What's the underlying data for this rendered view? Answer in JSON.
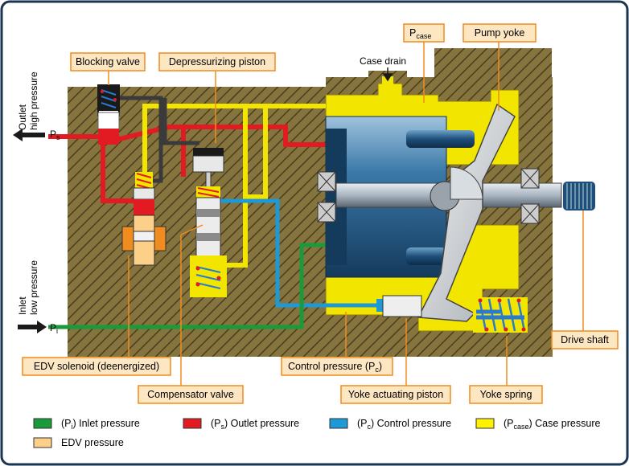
{
  "callouts": {
    "blocking_valve": "Blocking valve",
    "depressurizing_piston": "Depressurizing piston",
    "p_case_main": "P",
    "p_case_sub": "case",
    "pump_yoke": "Pump yoke",
    "case_drain": "Case drain",
    "edv_solenoid": "EDV solenoid (deenergized)",
    "compensator_valve": "Compensator valve",
    "control_pressure_main": "Control pressure (P",
    "control_pressure_sub": "c",
    "control_pressure_end": ")",
    "yoke_actuating_piston": "Yoke actuating piston",
    "yoke_spring": "Yoke spring",
    "drive_shaft": "Drive shaft"
  },
  "side_labels": {
    "outlet_line1": "Outlet",
    "outlet_line2": "high pressure",
    "ps_main": "P",
    "ps_sub": "s",
    "inlet_line1": "Inlet",
    "inlet_line2": "low pressure",
    "pi_main": "P",
    "pi_sub": "i"
  },
  "legend": {
    "items": [
      {
        "sym": "(P",
        "sub": "i",
        "rest": ") Inlet pressure",
        "color": "#1a9a3a"
      },
      {
        "sym": "(P",
        "sub": "s",
        "rest": ") Outlet pressure",
        "color": "#e21b23"
      },
      {
        "sym": "(P",
        "sub": "c",
        "rest": ") Control pressure",
        "color": "#1d9ad6"
      },
      {
        "sym": "(P",
        "sub": "case",
        "rest": ") Case pressure",
        "color": "#fff200"
      },
      {
        "label": "EDV pressure",
        "color": "#fcd089"
      }
    ]
  },
  "colors": {
    "callout_border": "#f08c1e",
    "callout_fill": "#fde7c3",
    "housing": "#7a6a3a",
    "case_fill": "#f2e600",
    "rotor": "#1e4f7a",
    "frame": "#1a3550"
  }
}
